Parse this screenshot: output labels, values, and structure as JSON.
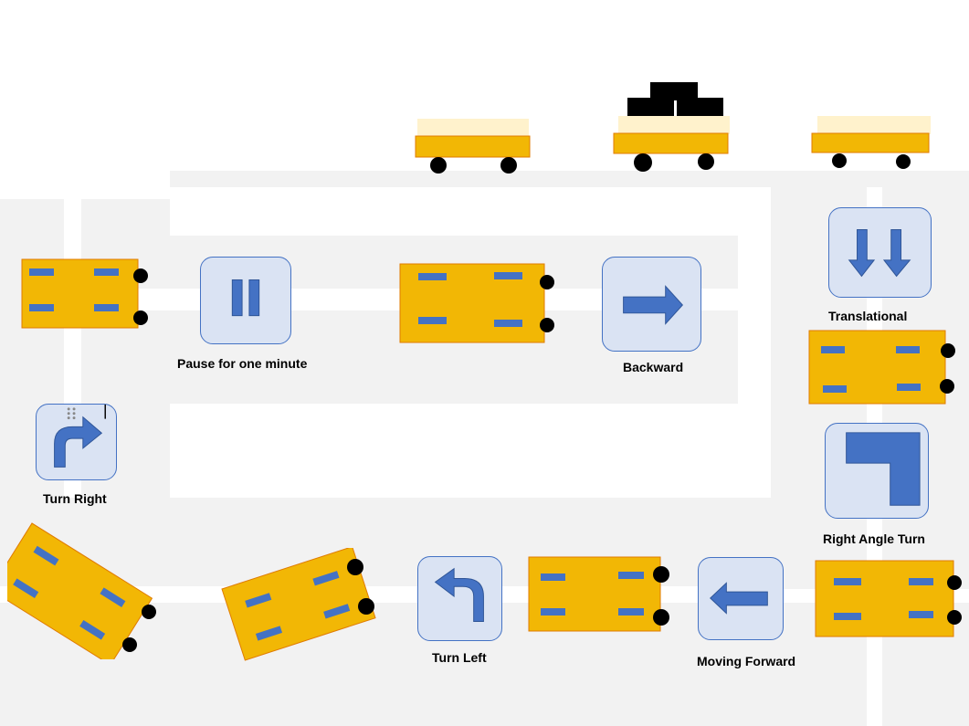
{
  "colors": {
    "floor": "#f2f2f2",
    "car_body": "#f2b705",
    "car_border": "#e07b00",
    "car_stripe": "#4472c4",
    "wheel": "#000000",
    "cart_top": "#fff2cc",
    "cargo": "#000000",
    "button_fill": "#dae3f3",
    "button_border": "#4472c4",
    "arrow": "#4472c4"
  },
  "labels": {
    "pause": "Pause for one minute",
    "backward": "Backward",
    "translational": "Translational",
    "turn_right": "Turn Right",
    "right_angle_turn": "Right Angle Turn",
    "turn_left": "Turn Left",
    "moving_forward": "Moving Forward"
  },
  "icons": {
    "pause": "pause-icon",
    "backward": "arrow-right-icon",
    "translational": "double-arrow-down-icon",
    "turn_right": "turn-right-arrow-icon",
    "right_angle_turn": "right-angle-icon",
    "turn_left": "turn-left-arrow-icon",
    "moving_forward": "arrow-left-icon"
  },
  "carts": [
    {
      "id": "cart-empty-left",
      "loaded": false
    },
    {
      "id": "cart-loaded",
      "loaded": true
    },
    {
      "id": "cart-empty-right",
      "loaded": false
    }
  ]
}
